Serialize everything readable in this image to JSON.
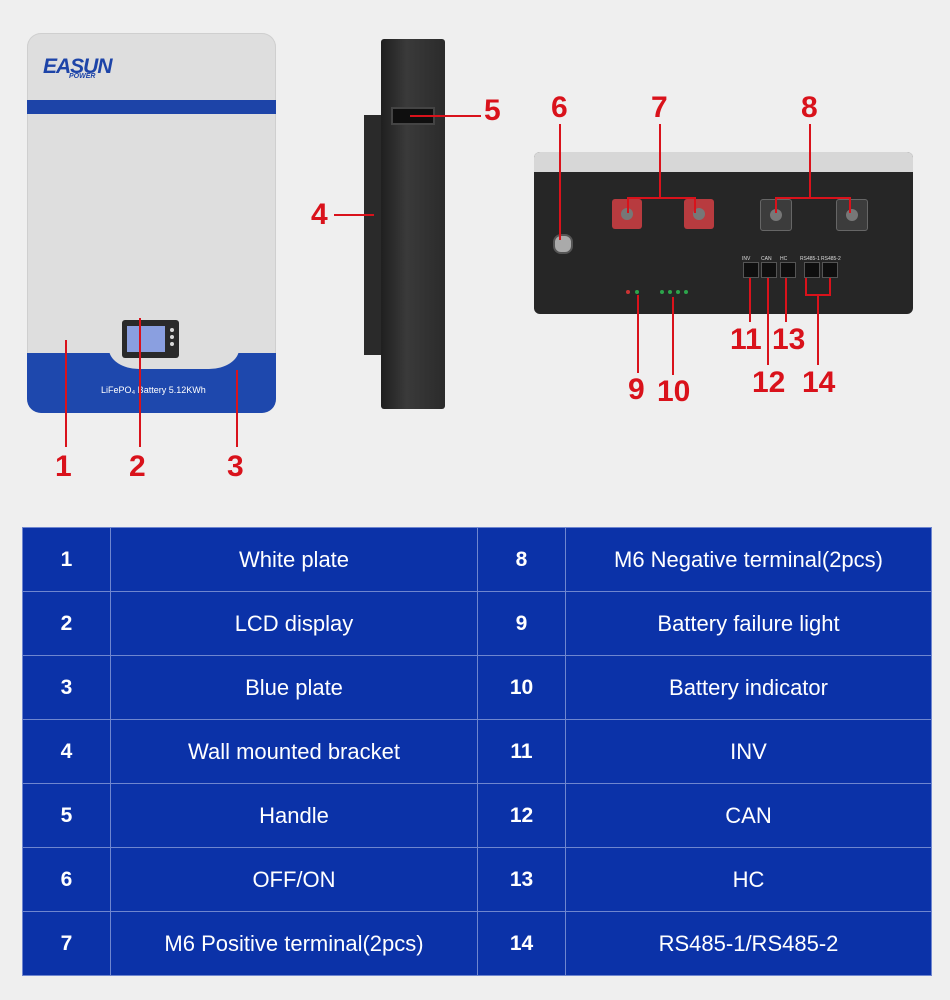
{
  "front_panel": {
    "logo_text": "EASUN",
    "logo_subtext": "POWER",
    "bottom_text": "LiFePO₄ Battery 5.12KWh"
  },
  "callouts": [
    "1",
    "2",
    "3",
    "4",
    "5",
    "6",
    "7",
    "8",
    "9",
    "10",
    "11",
    "12",
    "13",
    "14"
  ],
  "rear_port_labels": [
    "INV",
    "CAN",
    "HC",
    "RS485-1",
    "RS485-2"
  ],
  "legend_rows": [
    {
      "left_no": "1",
      "left_desc": "White plate",
      "right_no": "8",
      "right_desc": "M6 Negative terminal(2pcs)"
    },
    {
      "left_no": "2",
      "left_desc": "LCD display",
      "right_no": "9",
      "right_desc": "Battery failure light"
    },
    {
      "left_no": "3",
      "left_desc": "Blue plate",
      "right_no": "10",
      "right_desc": "Battery indicator"
    },
    {
      "left_no": "4",
      "left_desc": "Wall mounted bracket",
      "right_no": "11",
      "right_desc": "INV"
    },
    {
      "left_no": "5",
      "left_desc": "Handle",
      "right_no": "12",
      "right_desc": "CAN"
    },
    {
      "left_no": "6",
      "left_desc": "OFF/ON",
      "right_no": "13",
      "right_desc": "HC"
    },
    {
      "left_no": "7",
      "left_desc": "M6 Positive terminal(2pcs)",
      "right_no": "14",
      "right_desc": "RS485-1/RS485-2"
    }
  ],
  "colors": {
    "callout_red": "#d9121b",
    "table_blue": "#0b32a8",
    "brand_blue": "#1d44a8"
  }
}
